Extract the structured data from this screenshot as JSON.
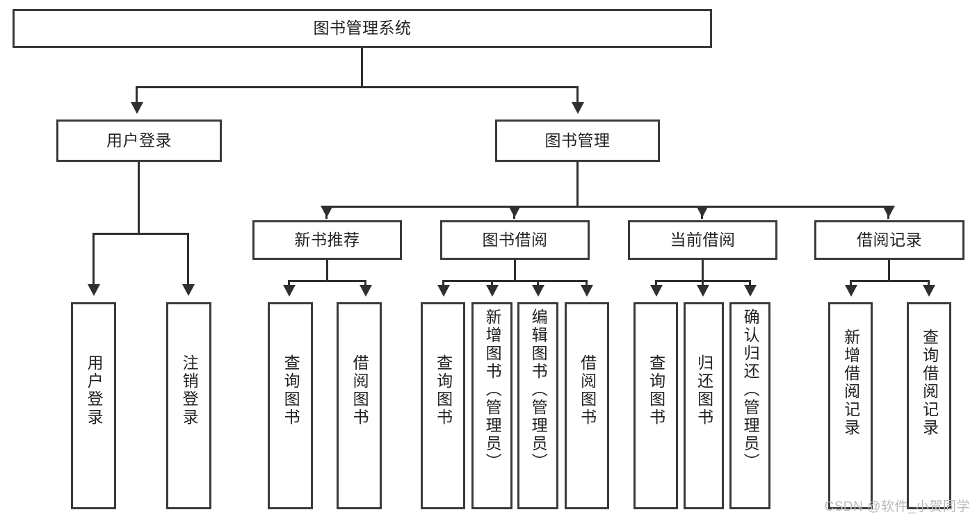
{
  "diagram": {
    "type": "tree-hierarchy",
    "title": "图书管理系统",
    "watermark": "CSDN @软件_小贺同学",
    "colors": {
      "box_border": "#3a3a3c",
      "box_fill": "#ffffff",
      "connector": "#2f2f31",
      "text": "#231f20",
      "watermark": "#b9b9bb"
    },
    "root": {
      "label": "图书管理系统"
    },
    "level2": [
      {
        "label": "用户登录"
      },
      {
        "label": "图书管理"
      }
    ],
    "level3": [
      {
        "label": "新书推荐"
      },
      {
        "label": "图书借阅"
      },
      {
        "label": "当前借阅"
      },
      {
        "label": "借阅记录"
      }
    ],
    "leaves": {
      "user_login": [
        {
          "label": "用户登录"
        },
        {
          "label": "注销登录"
        }
      ],
      "new_book_recommend": [
        {
          "label": "查询图书"
        },
        {
          "label": "借阅图书"
        }
      ],
      "book_borrow": [
        {
          "label": "查询图书"
        },
        {
          "label": "新增图书（管理员）"
        },
        {
          "label": "编辑图书（管理员）"
        },
        {
          "label": "借阅图书"
        }
      ],
      "current_borrow": [
        {
          "label": "查询图书"
        },
        {
          "label": "归还图书"
        },
        {
          "label": "确认归还（管理员）"
        }
      ],
      "borrow_record": [
        {
          "label": "新增借阅记录"
        },
        {
          "label": "查询借阅记录"
        }
      ]
    }
  }
}
